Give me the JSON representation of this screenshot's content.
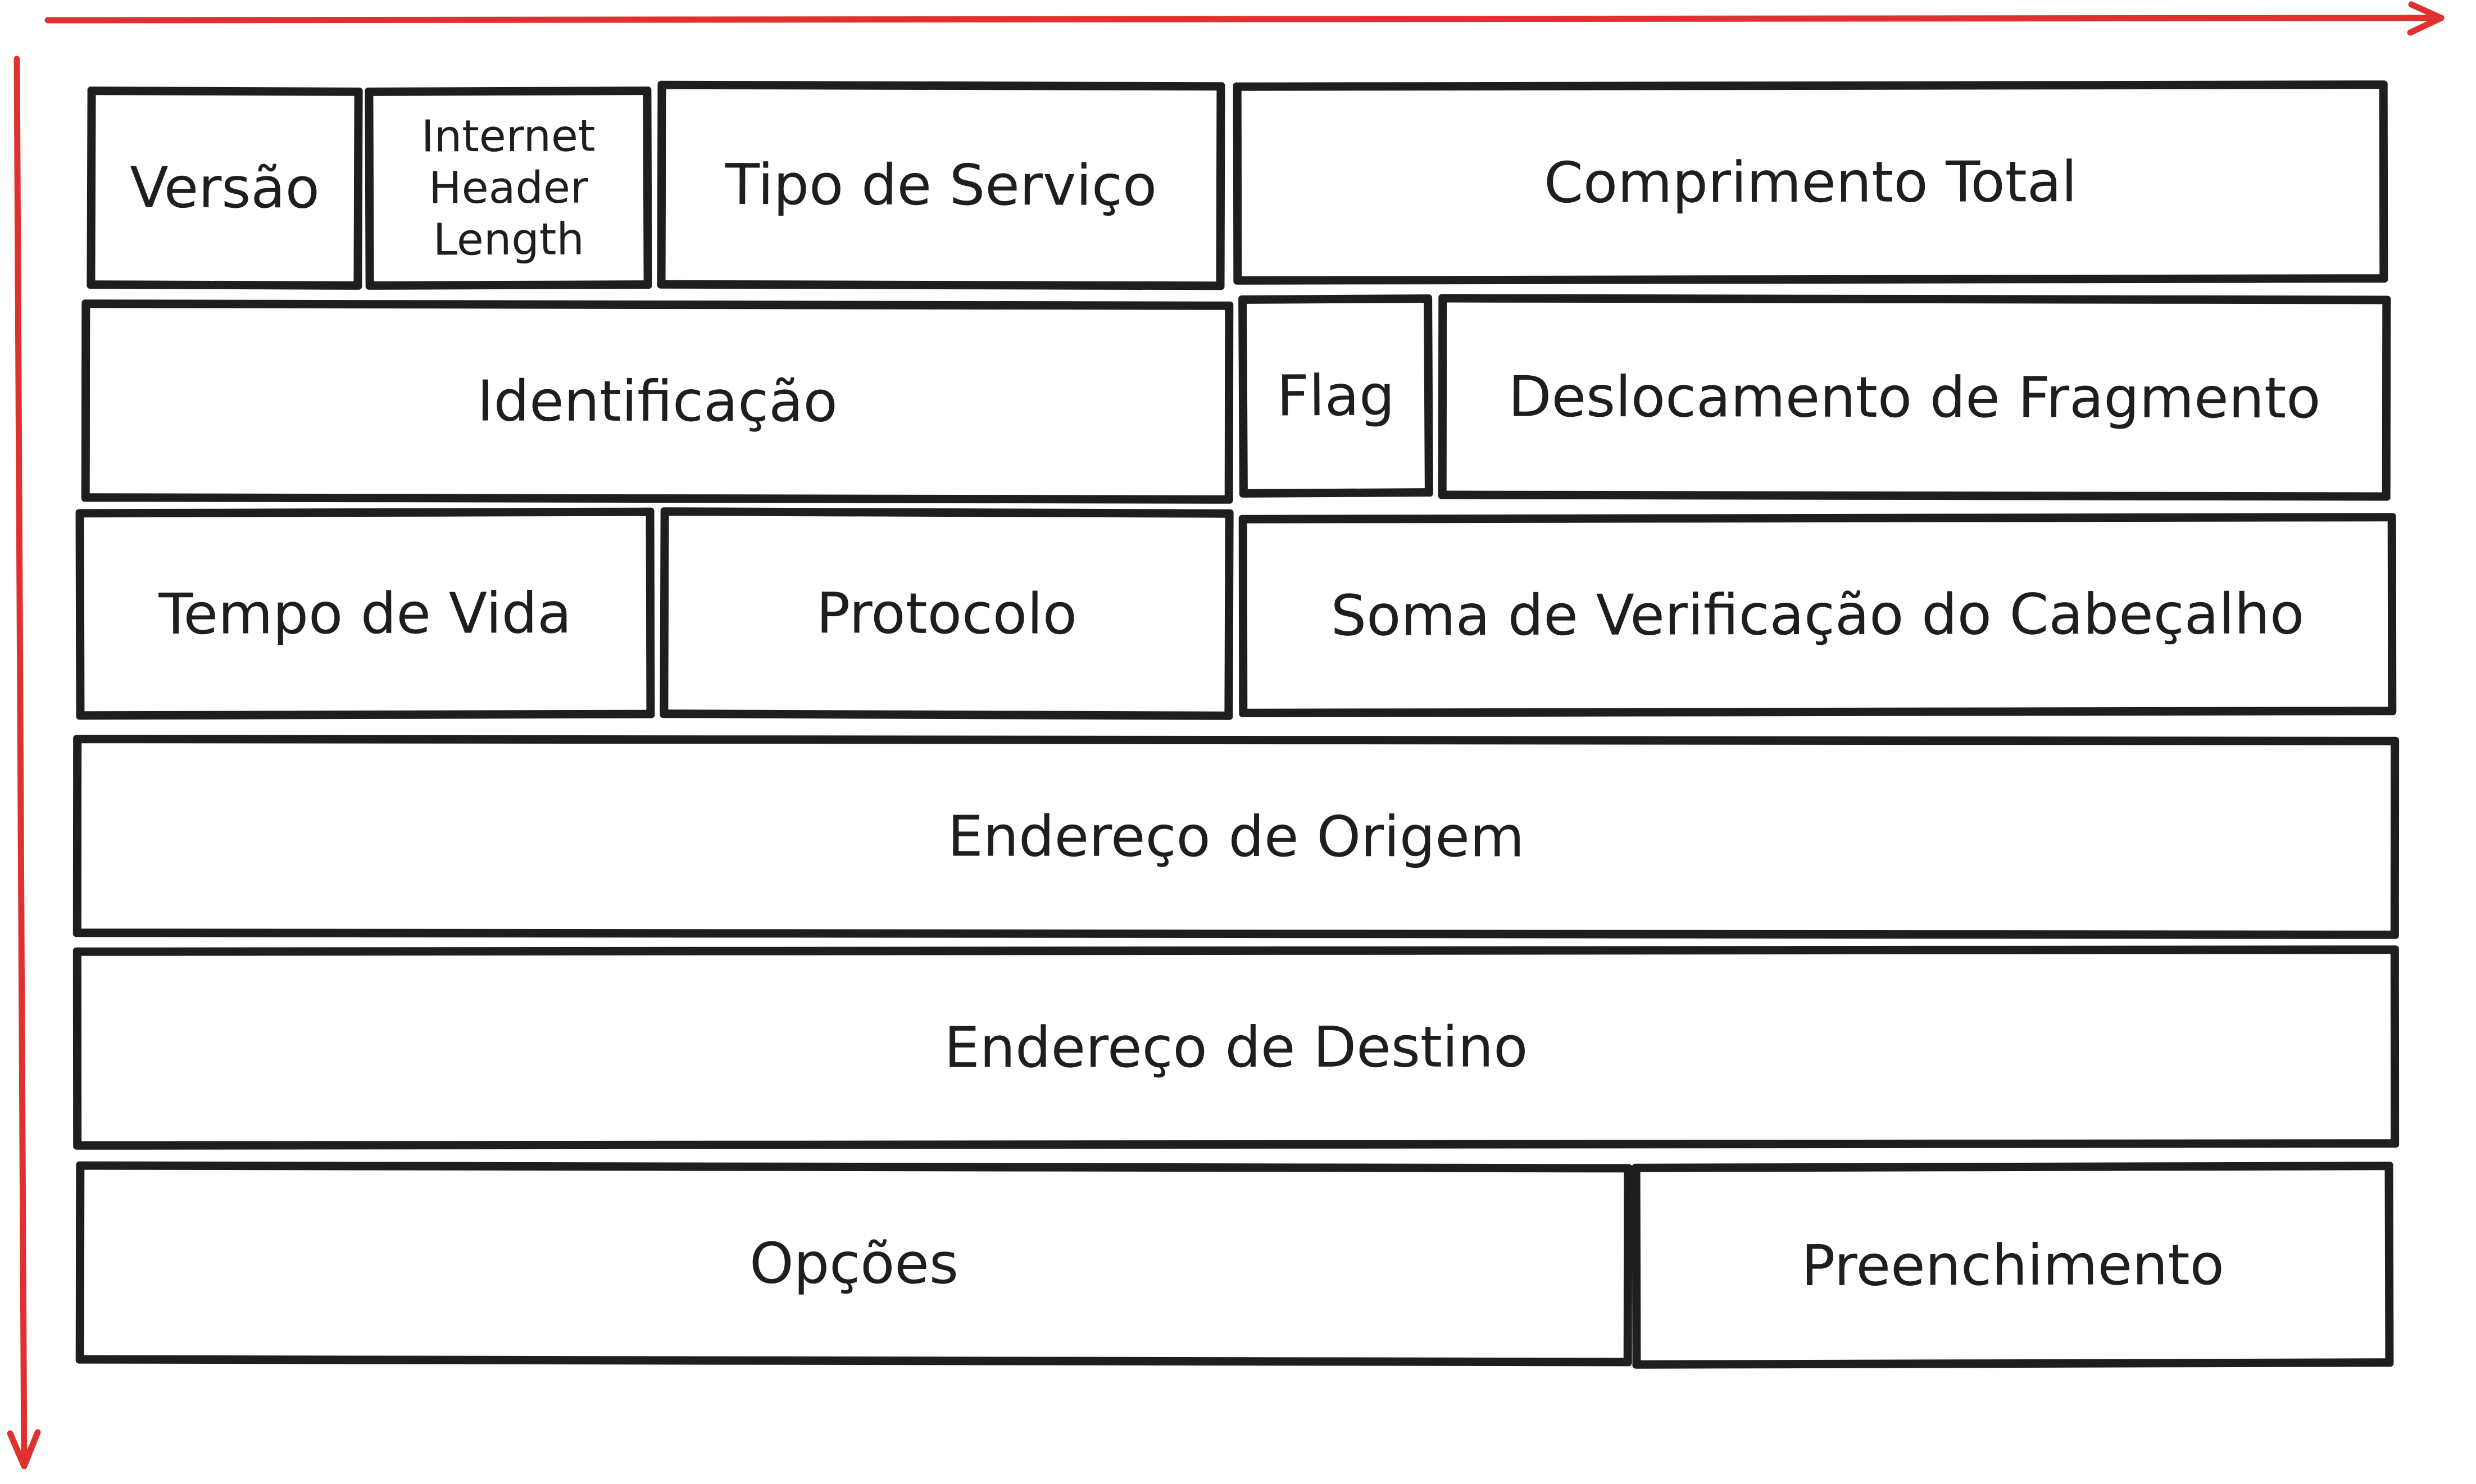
{
  "colors": {
    "stroke": "#1e1e1e",
    "arrow": "#e03131",
    "background": "#ffffff"
  },
  "fields": {
    "versao": "Versão",
    "ihl": "Internet\nHeader\nLength",
    "tipo_servico": "Tipo de Serviço",
    "comprimento_total": "Comprimento Total",
    "identificacao": "Identificação",
    "flag": "Flag",
    "deslocamento": "Deslocamento de Fragmento",
    "tempo_de_vida": "Tempo de Vida",
    "protocolo": "Protocolo",
    "soma_verificacao": "Soma de Verificação do Cabeçalho",
    "endereco_origem": "Endereço de Origem",
    "endereco_destino": "Endereço de Destino",
    "opcoes": "Opções",
    "preenchimento": "Preenchimento"
  }
}
